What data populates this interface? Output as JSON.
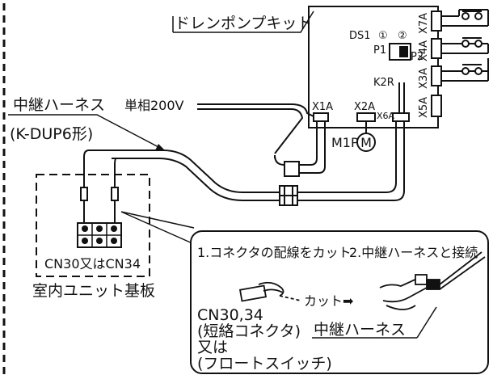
{
  "labels": {
    "drain_pump_kit": "ドレンポンプキット",
    "ds1": "DS1",
    "ds1_pos1": "①",
    "ds1_pos2": "②",
    "p1": "P1",
    "p2": "P2",
    "k2r": "K2R",
    "x1a": "X1A",
    "x2a": "X2A",
    "x6a": "X6A",
    "x7a": "X7A",
    "x4a": "X4A",
    "x3a": "X3A",
    "x5a": "X5A",
    "m1p": "M1P",
    "motor_symbol": "M",
    "relay_harness": "中継ハーネス",
    "relay_harness_model": "(K-DUP6形)",
    "single_phase_200v": "単相200V",
    "cn30_or_cn34": "CN30又はCN34",
    "indoor_unit_board": "室内ユニット基板",
    "step1": "1.コネクタの配線をカット",
    "step2": "2.中継ハーネスと接続",
    "cut": "カット",
    "cut_arrow": "➡",
    "cn_line1": "CN30,34",
    "cn_line2": "(短絡コネクタ)",
    "cn_line3": "又は",
    "cn_line4": "(フロートスイッチ)",
    "relay_harness_callout": "中継ハーネス"
  }
}
